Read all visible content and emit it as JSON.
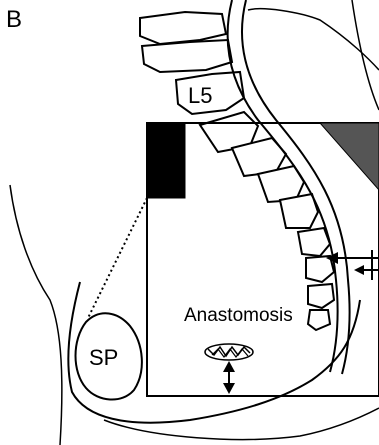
{
  "figure": {
    "panel_label": "B",
    "labels": {
      "l5": "L5",
      "sp": "SP",
      "anastomosis": "Anastomosis"
    }
  },
  "colors": {
    "stroke": "#000000",
    "background": "#ffffff",
    "dark_block": "#000000",
    "grey_wedge": "#555555"
  }
}
